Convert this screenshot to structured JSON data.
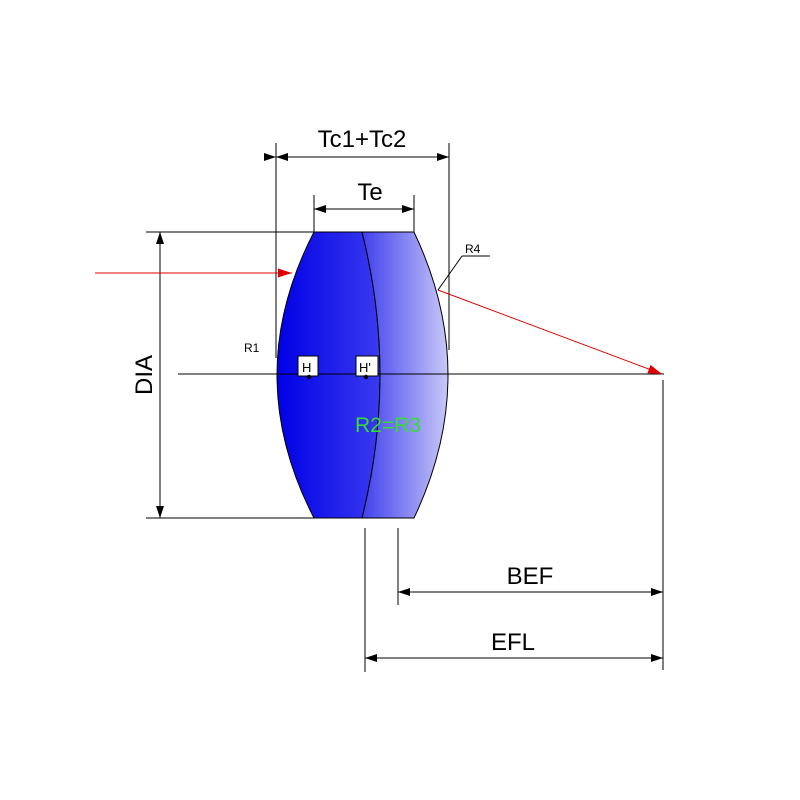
{
  "labels": {
    "total_thickness": "Tc1+Tc2",
    "edge_thickness": "Te",
    "diameter": "DIA",
    "radius_1": "R1",
    "radius_4": "R4",
    "radius_2_3": "R2=R3",
    "principal_h": "H",
    "principal_h_prime": "H'",
    "back_focal": "BEF",
    "effective_focal": "EFL"
  },
  "colors": {
    "lens_dark": "#0000e6",
    "lens_light": "#c8c8f8",
    "ray": "#e00000",
    "radius_label": "#33dd33",
    "line": "#000000"
  }
}
